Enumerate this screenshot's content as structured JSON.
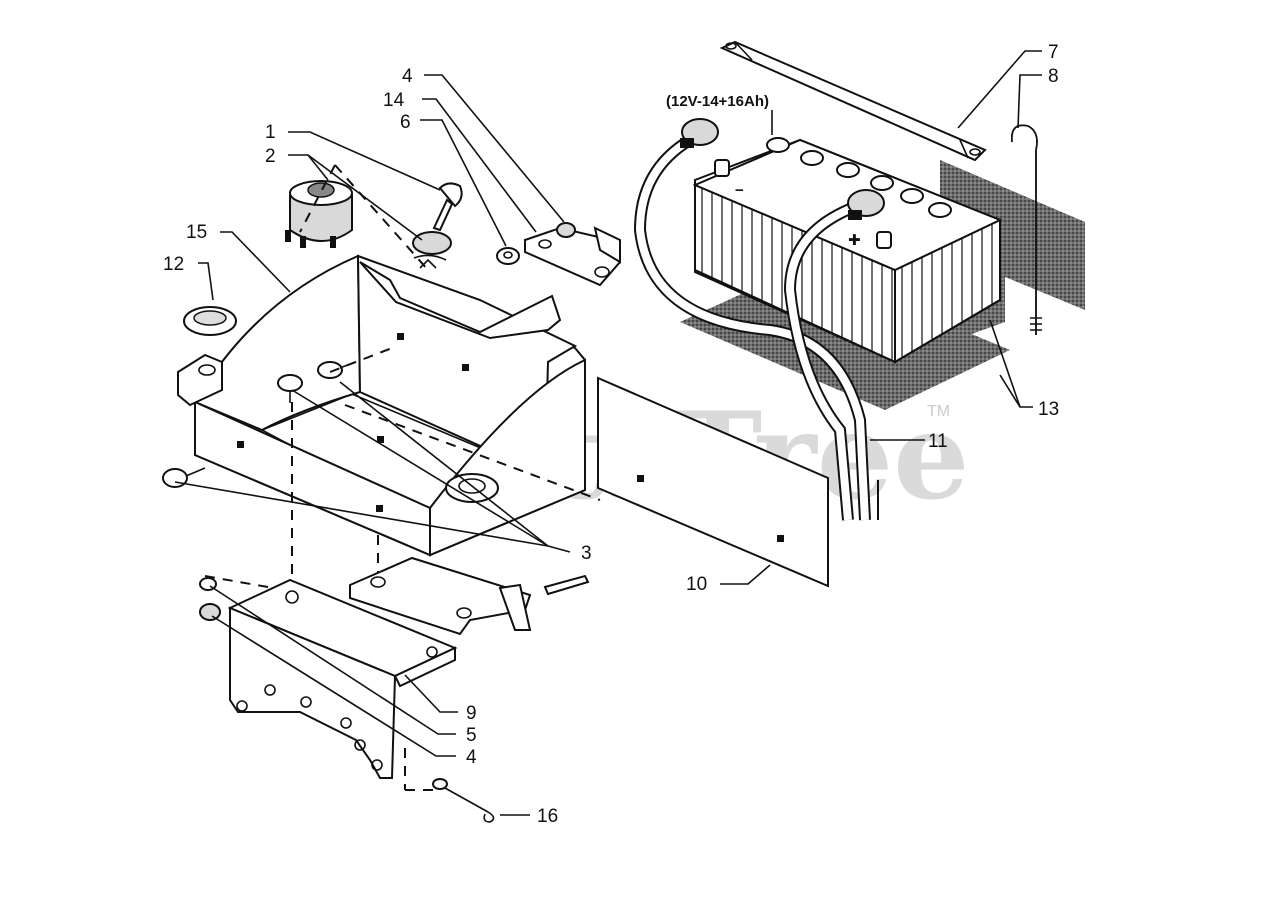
{
  "diagram": {
    "watermark": "PartsTree",
    "watermark_tm": "TM",
    "battery_spec": "(12V-14+16Ah)",
    "battery_minus": "−",
    "battery_plus": "✚",
    "callouts": {
      "c1": "1",
      "c2": "2",
      "c3": "3",
      "c4_top": "4",
      "c4_bottom": "4",
      "c5": "5",
      "c6": "6",
      "c7": "7",
      "c8": "8",
      "c9": "9",
      "c10": "10",
      "c11": "11",
      "c12": "12",
      "c13": "13",
      "c14": "14",
      "c15": "15",
      "c16": "16"
    }
  }
}
